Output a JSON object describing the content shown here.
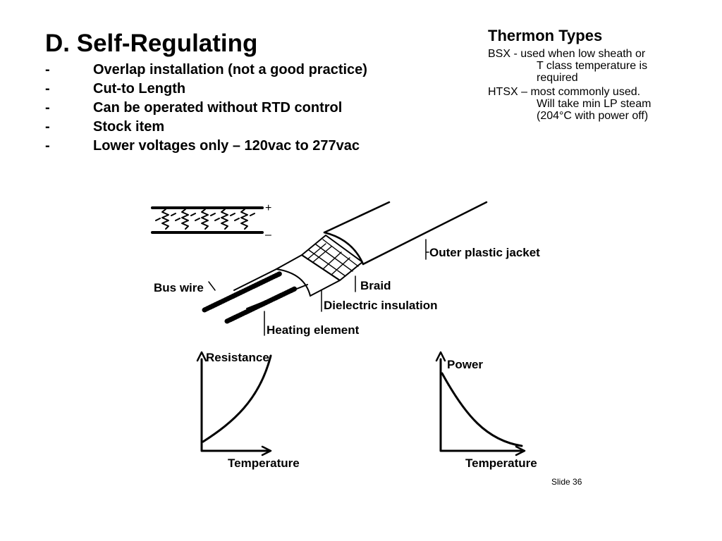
{
  "slide": {
    "title": "D.  Self-Regulating",
    "bullet_marker": "-",
    "bullets": [
      "Overlap installation (not a good practice)",
      "Cut-to Length",
      "Can be operated without RTD control",
      "Stock item",
      "Lower voltages only – 120vac to 277vac"
    ]
  },
  "sidebar": {
    "title": "Thermon Types",
    "items": [
      {
        "lead": "BSX - used when low sheath or",
        "rest": [
          "T class temperature is",
          "required"
        ]
      },
      {
        "lead": "HTSX – most commonly used.",
        "rest": [
          "Will take min LP steam",
          "(204°C with power off)"
        ]
      }
    ]
  },
  "diagram": {
    "labels": {
      "outer_jacket": "Outer plastic jacket",
      "bus_wire": "Bus wire",
      "braid": "Braid",
      "dielectric": "Dielectric insulation",
      "heating_element": "Heating element"
    },
    "polarity": {
      "plus": "+",
      "minus": "–"
    }
  },
  "graphs": {
    "resistance": {
      "ylabel": "Resistance",
      "xlabel": "Temperature",
      "trend": "increasing"
    },
    "power": {
      "ylabel": "Power",
      "xlabel": "Temperature",
      "trend": "decreasing"
    }
  },
  "footer": {
    "slide_number": "Slide 36"
  }
}
